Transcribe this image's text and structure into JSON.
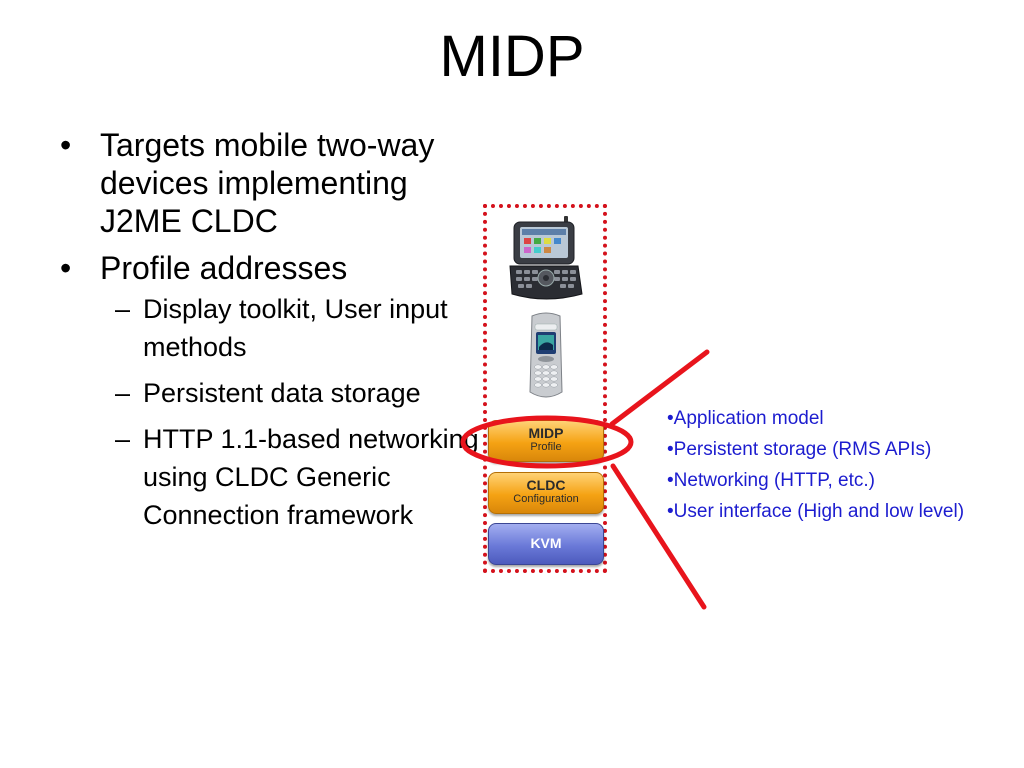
{
  "slide": {
    "title": "MIDP"
  },
  "bullets": [
    {
      "marker": "•",
      "text": "Targets mobile two-way devices implementing J2ME CLDC"
    },
    {
      "marker": "•",
      "text": "Profile addresses",
      "sub": [
        {
          "marker": "–",
          "text": "Display toolkit, User input methods"
        },
        {
          "marker": "–",
          "text": "Persistent data storage"
        },
        {
          "marker": "–",
          "text": "HTTP 1.1-based networking using CLDC Generic Connection framework"
        }
      ]
    }
  ],
  "stack": {
    "midp": {
      "title": "MIDP",
      "subtitle": "Profile"
    },
    "cldc": {
      "title": "CLDC",
      "subtitle": "Configuration"
    },
    "kvm": {
      "title": "KVM"
    }
  },
  "features": [
    "•Application model",
    "•Persistent storage (RMS APIs)",
    "•Networking (HTTP, etc.)",
    "•User interface (High and low level)"
  ],
  "colors": {
    "highlight_red": "#e8141c",
    "feature_text": "#1c1ccf",
    "block_orange": "#f5a213",
    "block_blue": "#6a79d8"
  },
  "icons": {
    "device_1": "pager-device-icon",
    "device_2": "mobile-phone-icon"
  }
}
